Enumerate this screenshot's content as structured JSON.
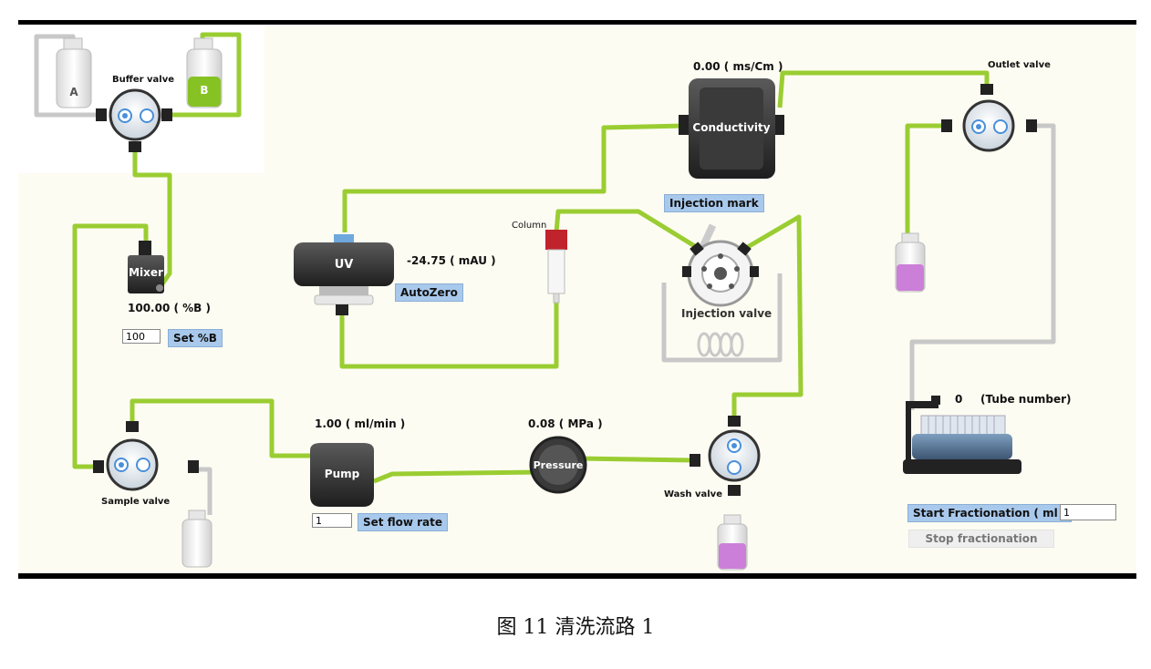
{
  "colors": {
    "tube_green": "#9acd32",
    "tube_gray": "#c8c8c8",
    "button_blue": "#a9c9ec",
    "bottle_purple": "#cc7fd8"
  },
  "buffer_valve": {
    "label": "Buffer valve",
    "bottle_a": "A",
    "bottle_b": "B"
  },
  "mixer": {
    "label": "Mixer",
    "percent_b": "100.00 ( %B )",
    "input_value": "100",
    "set_button": "Set %B"
  },
  "uv": {
    "label": "UV",
    "reading": "-24.75 ( mAU )",
    "autozero_button": "AutoZero"
  },
  "conductivity": {
    "label": "Conductivity",
    "reading": "0.00 ( ms/Cm )"
  },
  "outlet_valve": {
    "label": "Outlet valve"
  },
  "column": {
    "label": "Column"
  },
  "injection": {
    "mark_button": "Injection mark",
    "valve_label": "Injection valve"
  },
  "pump": {
    "label": "Pump",
    "flow": "1.00 ( ml/min )",
    "input_value": "1",
    "set_button": "Set flow rate"
  },
  "pressure": {
    "label": "Pressure",
    "reading": "0.08 ( MPa )"
  },
  "sample_valve": {
    "label": "Sample valve"
  },
  "wash_valve": {
    "label": "Wash valve"
  },
  "fraction_collector": {
    "tube_count": "0",
    "tube_label": "(Tube number)",
    "start_button": "Start Fractionation ( ml )",
    "start_input": "1",
    "stop_button": "Stop fractionation"
  },
  "caption": "图 11  清洗流路 1"
}
